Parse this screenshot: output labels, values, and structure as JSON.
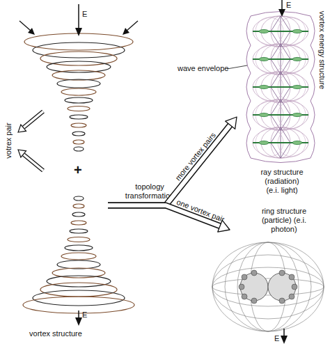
{
  "diagram": {
    "nodes": [
      {
        "text": [
          "vortex structure"
        ]
      },
      {
        "text": [
          "ray structure (radiation) (e.i. light)"
        ]
      },
      {
        "text": [
          "ring structure (particle) (e.i. photon)"
        ]
      }
    ],
    "edges": [
      {
        "from": 0,
        "to": 1,
        "arrow": "to",
        "label": "more vortex pairs"
      },
      {
        "from": 0,
        "to": 2,
        "arrow": "to",
        "label": "one vortex pair"
      }
    ],
    "labels": [
      "E",
      "E",
      "+",
      "votrex pair",
      "topology transformation",
      "E",
      "wave envelope",
      "vortex energy structure",
      "E"
    ]
  }
}
